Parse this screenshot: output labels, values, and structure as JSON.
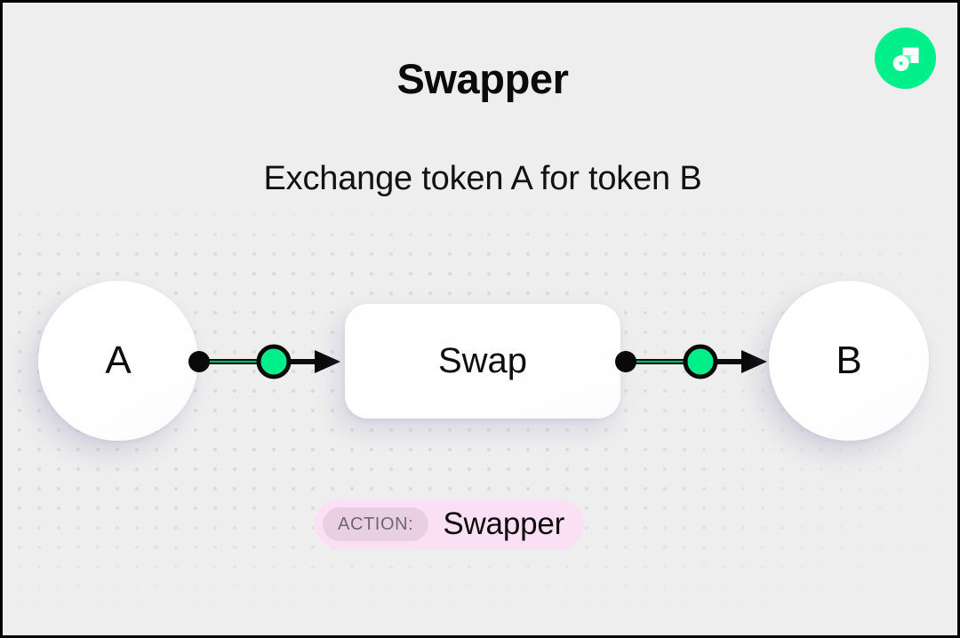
{
  "header": {
    "title": "Swapper",
    "subtitle": "Exchange token A for token B",
    "logo_name": "flow-logo"
  },
  "diagram": {
    "source_node": {
      "label": "A"
    },
    "process_node": {
      "label": "Swap"
    },
    "target_node": {
      "label": "B"
    },
    "connectors": [
      {
        "name": "connector-a-to-swap"
      },
      {
        "name": "connector-swap-to-b"
      }
    ]
  },
  "action_badge": {
    "prefix_label": "ACTION:",
    "value": "Swapper"
  },
  "colors": {
    "accent_green": "#00ef8b",
    "canvas_background": "#eeeeee",
    "badge_background": "#fbe0f5",
    "badge_chip_background": "#e8cfe4",
    "badge_chip_text": "#6e6870",
    "grid_dot": "#dcdcdc",
    "ink": "#0d0d0d"
  }
}
